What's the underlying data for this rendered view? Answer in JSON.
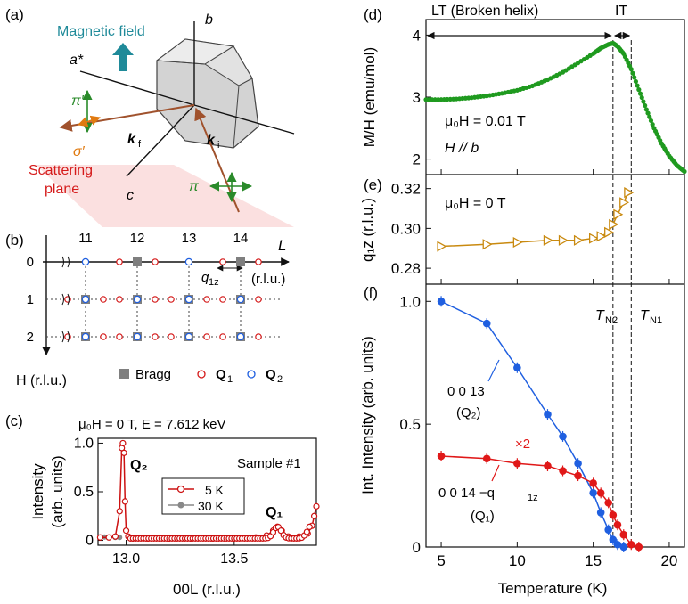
{
  "panel_labels": {
    "a": "(a)",
    "b": "(b)",
    "c": "(c)",
    "d": "(d)",
    "e": "(e)",
    "f": "(f)"
  },
  "panel_a": {
    "magnetic_field": "Magnetic field",
    "axis_b": "b",
    "axis_astar": "a*",
    "axis_c": "c",
    "pi_prime": "π′",
    "sigma_prime": "σ′",
    "pi": "π",
    "kf": "k",
    "kf_sub": "f",
    "ki": "k",
    "ki_sub": "i",
    "scattering_plane_1": "Scattering",
    "scattering_plane_2": "plane",
    "colors": {
      "field_arrow": "#1f8a99",
      "plane": "#f7c6c6",
      "pi": "#2a8a2a",
      "sigma": "#e07a10",
      "k": "#a0522d"
    }
  },
  "panel_b": {
    "L_ticks": [
      "11",
      "12",
      "13",
      "14"
    ],
    "H_ticks": [
      "0",
      "1",
      "2"
    ],
    "L_label": "L",
    "L_unit": "(r.l.u.)",
    "H_label": "H (r.l.u.)",
    "q1z": "q",
    "q1z_sub": "1z",
    "legend": {
      "bragg": "Bragg",
      "q1": "Q",
      "q1_sub": "1",
      "q2": "Q",
      "q2_sub": "2"
    }
  },
  "panel_c": {
    "header": "μ₀H = 0 T, E = 7.612 keV",
    "sample": "Sample #1",
    "ylabel_1": "Intensity",
    "ylabel_2": "(arb. units)",
    "xlabel": "00L (r.l.u.)",
    "peak_q2": "Q₂",
    "peak_q1": "Q₁",
    "chart_data": {
      "type": "line",
      "x_ticks": [
        "13.0",
        "13.5"
      ],
      "y_ticks": [
        "0",
        "0.5",
        "1.0"
      ],
      "xlim": [
        12.87,
        13.88
      ],
      "ylim": [
        -0.05,
        1.05
      ],
      "series": [
        {
          "name": "5 K",
          "color": "#cc1111",
          "x": [
            12.88,
            12.92,
            12.95,
            12.97,
            12.98,
            12.985,
            12.99,
            12.995,
            13.0,
            13.01,
            13.03,
            13.1,
            13.2,
            13.3,
            13.4,
            13.5,
            13.6,
            13.65,
            13.68,
            13.7,
            13.72,
            13.75,
            13.8,
            13.84,
            13.86,
            13.87,
            13.88
          ],
          "y": [
            0.03,
            0.03,
            0.04,
            0.3,
            0.95,
            1.0,
            0.9,
            0.4,
            0.1,
            0.04,
            0.02,
            0.02,
            0.02,
            0.02,
            0.02,
            0.02,
            0.03,
            0.05,
            0.1,
            0.14,
            0.1,
            0.04,
            0.04,
            0.07,
            0.15,
            0.25,
            0.35
          ]
        },
        {
          "name": "30 K",
          "color": "#888888",
          "x": [
            12.88,
            12.9,
            12.92,
            12.95,
            12.97
          ],
          "y": [
            0.03,
            0.035,
            0.03,
            0.03,
            0.03
          ]
        }
      ]
    }
  },
  "panel_d": {
    "header_lt": "LT (Broken helix)",
    "header_it": "IT",
    "ylabel": "M/H (emu/mol)",
    "annot_1": "μ₀H = 0.01 T",
    "annot_2": "H // b",
    "chart_data": {
      "type": "line",
      "y_ticks": [
        "2",
        "3",
        "4"
      ],
      "xlim": [
        4,
        21
      ],
      "ylim": [
        1.75,
        4.25
      ],
      "series": [
        {
          "color": "#1f9a1f",
          "x": [
            4,
            5,
            6,
            7,
            8,
            9,
            10,
            11,
            12,
            13,
            14,
            15,
            15.5,
            16,
            16.3,
            16.6,
            17,
            17.5,
            18,
            18.5,
            19,
            19.5,
            20,
            20.5,
            21
          ],
          "y": [
            2.96,
            2.96,
            2.97,
            2.99,
            3.02,
            3.06,
            3.11,
            3.18,
            3.28,
            3.4,
            3.55,
            3.7,
            3.79,
            3.85,
            3.87,
            3.82,
            3.7,
            3.45,
            3.12,
            2.8,
            2.5,
            2.25,
            2.05,
            1.9,
            1.8
          ]
        }
      ]
    }
  },
  "panel_e": {
    "annot": "μ₀H = 0 T",
    "ylabel": "q₁z (r.l.u.)",
    "chart_data": {
      "type": "line",
      "y_ticks": [
        "0.28",
        "0.30",
        "0.32"
      ],
      "xlim": [
        4,
        21
      ],
      "ylim": [
        0.272,
        0.327
      ],
      "series": [
        {
          "color": "#c98a10",
          "x": [
            5,
            8,
            10,
            12,
            13,
            14,
            15,
            15.5,
            16,
            16.3,
            16.6,
            17,
            17.3
          ],
          "y": [
            0.291,
            0.292,
            0.293,
            0.294,
            0.294,
            0.294,
            0.295,
            0.296,
            0.298,
            0.302,
            0.307,
            0.313,
            0.318
          ]
        }
      ]
    }
  },
  "panel_f": {
    "ylabel": "Int. Intensity (arb. units)",
    "xlabel": "Temperature (K)",
    "tn2": "T",
    "tn2_sub": "N2",
    "tn1": "T",
    "tn1_sub": "N1",
    "label_q2_1": "0 0 13",
    "label_q2_2": "(Q₂)",
    "label_q1_1": "0 0 14 −q",
    "label_q1_sub": "1z",
    "label_q1_2": "(Q₁)",
    "x2": "×2",
    "chart_data": {
      "type": "line",
      "x_ticks": [
        "5",
        "10",
        "15",
        "20"
      ],
      "y_ticks": [
        "0",
        "0.5",
        "1.0"
      ],
      "xlim": [
        4,
        21
      ],
      "ylim": [
        0,
        1.07
      ],
      "series": [
        {
          "name": "0 0 13 (Q2)",
          "color": "#1f5fe0",
          "x": [
            5,
            8,
            10,
            12,
            13,
            14,
            15,
            15.5,
            16,
            16.3,
            16.6,
            17
          ],
          "y": [
            1.0,
            0.91,
            0.73,
            0.54,
            0.45,
            0.34,
            0.22,
            0.14,
            0.07,
            0.03,
            0.01,
            0.0
          ]
        },
        {
          "name": "0 0 14 -q1z (Q1)",
          "color": "#e01818",
          "x": [
            5,
            8,
            10,
            12,
            13,
            14,
            15,
            15.5,
            16,
            16.3,
            16.6,
            17,
            17.5,
            18
          ],
          "y": [
            0.37,
            0.36,
            0.34,
            0.33,
            0.31,
            0.29,
            0.26,
            0.22,
            0.18,
            0.13,
            0.09,
            0.05,
            0.01,
            0.0
          ]
        }
      ]
    }
  },
  "transition_lines_K": [
    16.3,
    17.5
  ]
}
